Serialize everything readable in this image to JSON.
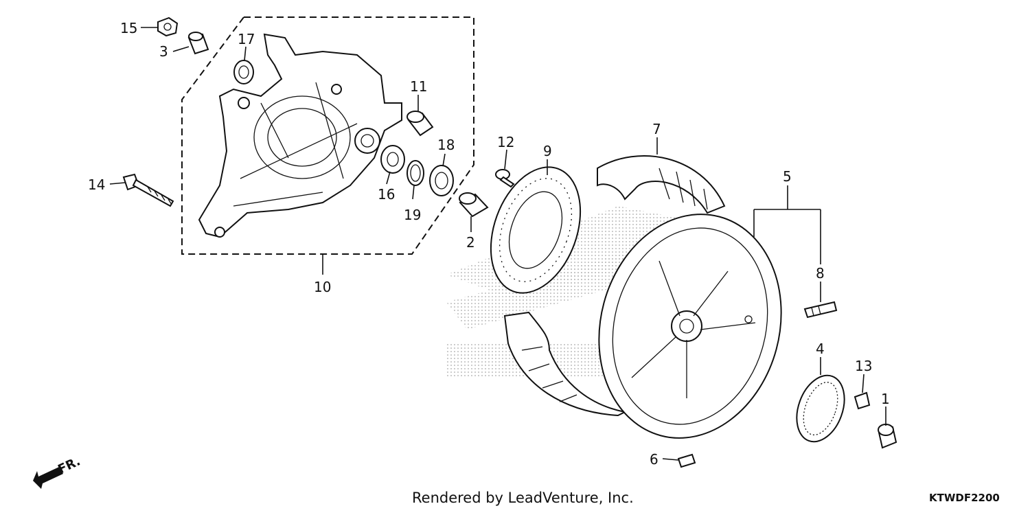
{
  "callouts": {
    "c1": "1",
    "c2": "2",
    "c3": "3",
    "c4": "4",
    "c5": "5",
    "c6": "6",
    "c7": "7",
    "c8": "8",
    "c9": "9",
    "c10": "10",
    "c11": "11",
    "c12": "12",
    "c13": "13",
    "c14": "14",
    "c15": "15",
    "c16": "16",
    "c17": "17",
    "c18": "18",
    "c19": "19"
  },
  "direction_label": "FR.",
  "footer": {
    "credit": "Rendered by LeadVenture, Inc.",
    "diagram_code": "KTWDF2200"
  },
  "colors": {
    "ink": "#111111",
    "watermark": "#c8c8c8"
  },
  "icons": {
    "direction": "front-arrow-icon"
  }
}
